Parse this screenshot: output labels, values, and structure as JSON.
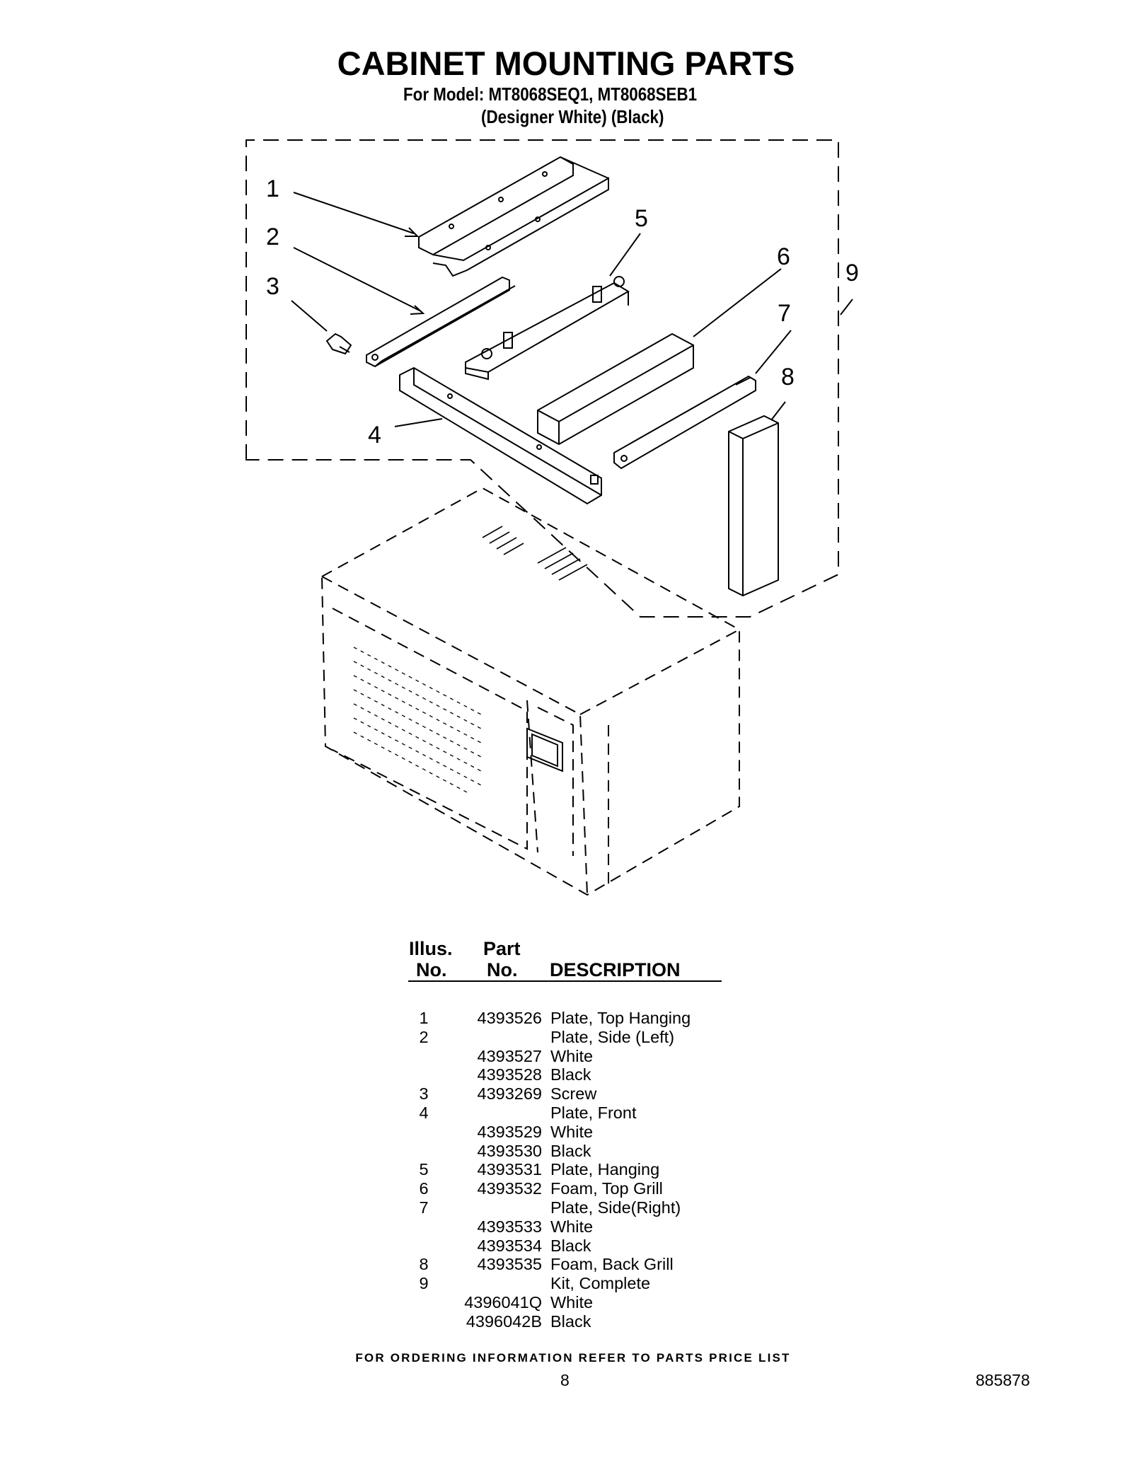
{
  "header": {
    "title": "CABINET MOUNTING PARTS",
    "model_line": "For Model: MT8068SEQ1, MT8068SEB1",
    "color_line": "(Designer White) (Black)"
  },
  "diagram": {
    "callouts": [
      "1",
      "2",
      "3",
      "4",
      "5",
      "6",
      "7",
      "8",
      "9"
    ]
  },
  "table": {
    "headers": {
      "illus_top": "Illus.",
      "illus_bottom": "No.",
      "part_top": "Part",
      "part_bottom": "No.",
      "description": "DESCRIPTION"
    },
    "rows": [
      {
        "illus": "1",
        "part": "4393526",
        "desc": "Plate, Top Hanging"
      },
      {
        "illus": "2",
        "part": "",
        "desc": "Plate, Side (Left)"
      },
      {
        "illus": "",
        "part": "4393527",
        "desc": "White"
      },
      {
        "illus": "",
        "part": "4393528",
        "desc": "Black"
      },
      {
        "illus": "3",
        "part": "4393269",
        "desc": "Screw"
      },
      {
        "illus": "4",
        "part": "",
        "desc": "Plate, Front"
      },
      {
        "illus": "",
        "part": "4393529",
        "desc": "White"
      },
      {
        "illus": "",
        "part": "4393530",
        "desc": "Black"
      },
      {
        "illus": "5",
        "part": "4393531",
        "desc": "Plate, Hanging"
      },
      {
        "illus": "6",
        "part": "4393532",
        "desc": "Foam, Top Grill"
      },
      {
        "illus": "7",
        "part": "",
        "desc": "Plate, Side(Right)"
      },
      {
        "illus": "",
        "part": "4393533",
        "desc": "White"
      },
      {
        "illus": "",
        "part": "4393534",
        "desc": "Black"
      },
      {
        "illus": "8",
        "part": "4393535",
        "desc": "Foam, Back Grill"
      },
      {
        "illus": "9",
        "part": "",
        "desc": "Kit, Complete"
      },
      {
        "illus": "",
        "part": "4396041Q",
        "desc": "White"
      },
      {
        "illus": "",
        "part": "4396042B",
        "desc": "Black"
      }
    ]
  },
  "footer": {
    "ordering_note": "FOR ORDERING INFORMATION REFER TO PARTS PRICE LIST",
    "page_number": "8",
    "document_number": "885878"
  }
}
